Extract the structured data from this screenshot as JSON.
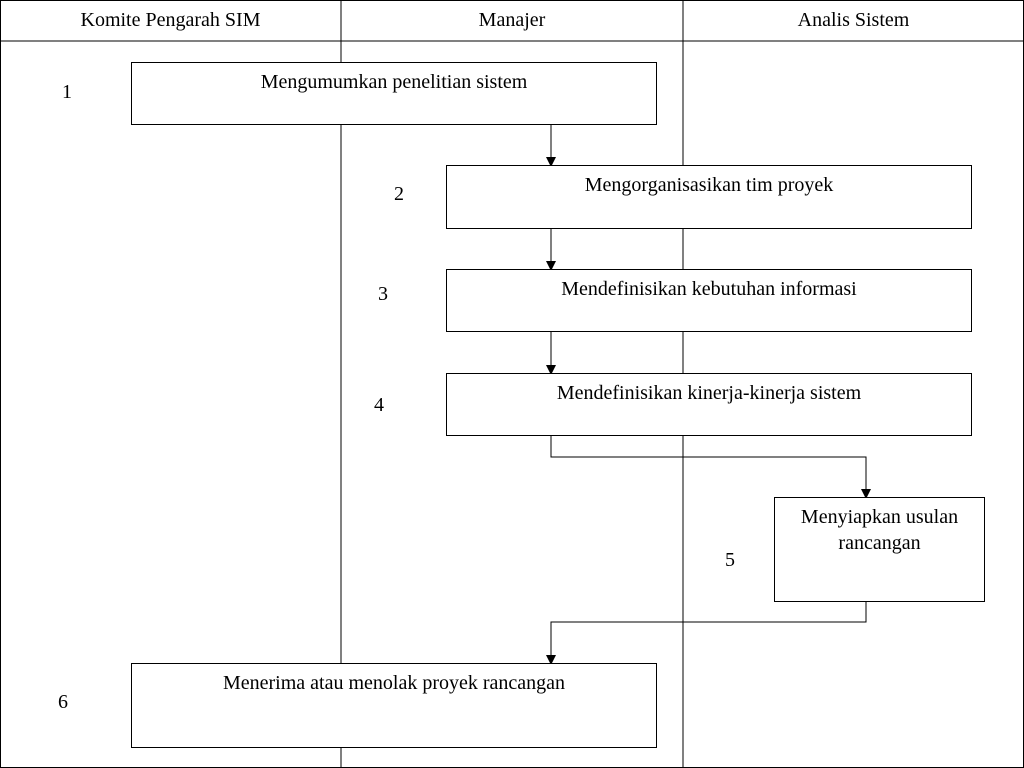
{
  "lanes": [
    {
      "name": "Komite Pengarah SIM"
    },
    {
      "name": "Manajer"
    },
    {
      "name": "Analis Sistem"
    }
  ],
  "steps": [
    {
      "number": "1",
      "label": "Mengumumkan penelitian sistem"
    },
    {
      "number": "2",
      "label": "Mengorganisasikan tim proyek"
    },
    {
      "number": "3",
      "label": "Mendefinisikan kebutuhan informasi"
    },
    {
      "number": "4",
      "label": "Mendefinisikan kinerja-kinerja sistem"
    },
    {
      "number": "5",
      "label_line1": "Menyiapkan usulan",
      "label_line2": "rancangan"
    },
    {
      "number": "6",
      "label": "Menerima atau menolak proyek rancangan"
    }
  ],
  "colors": {
    "line": "#000000",
    "background": "#ffffff"
  }
}
